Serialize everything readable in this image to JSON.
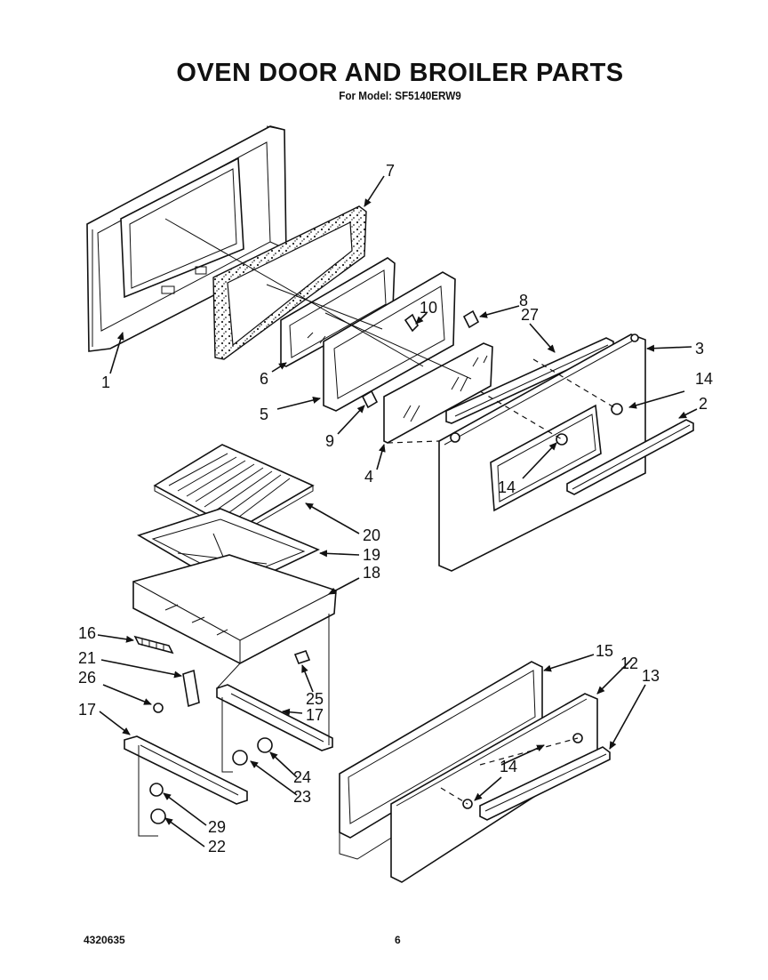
{
  "header": {
    "title": "OVEN DOOR AND BROILER PARTS",
    "subtitle": "For Model: SF5140ERW9"
  },
  "footer": {
    "doc_number": "4320635",
    "page_number": "6"
  },
  "callouts": {
    "c1": "1",
    "c2": "2",
    "c3": "3",
    "c4": "4",
    "c5": "5",
    "c6": "6",
    "c7": "7",
    "c8": "8",
    "c9": "9",
    "c10": "10",
    "c12": "12",
    "c13": "13",
    "c14a": "14",
    "c14b": "14",
    "c14c": "14",
    "c15": "15",
    "c16": "16",
    "c17a": "17",
    "c17b": "17",
    "c18": "18",
    "c19": "19",
    "c20": "20",
    "c21": "21",
    "c22": "22",
    "c23": "23",
    "c24": "24",
    "c25": "25",
    "c26": "26",
    "c27": "27",
    "c29": "29"
  }
}
